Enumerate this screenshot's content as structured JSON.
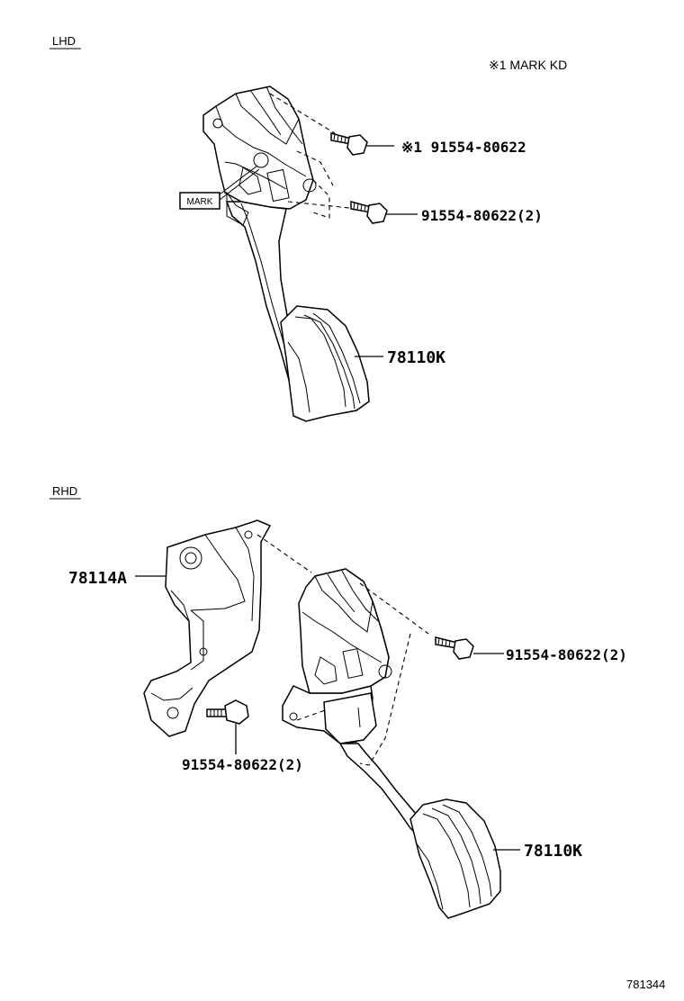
{
  "sections": {
    "lhd": "LHD",
    "rhd": "RHD"
  },
  "note": "※1 MARK KD",
  "mark_box": "MARK",
  "lhd": {
    "bolt1_label": "※1  91554-80622",
    "bolt2_label": "91554-80622(2)",
    "pedal_label": "78110K"
  },
  "rhd": {
    "bracket_label": "78114A",
    "bolt_right_label": "91554-80622(2)",
    "bolt_bottom_label": "91554-80622(2)",
    "pedal_label": "78110K"
  },
  "figure_number": "781344"
}
